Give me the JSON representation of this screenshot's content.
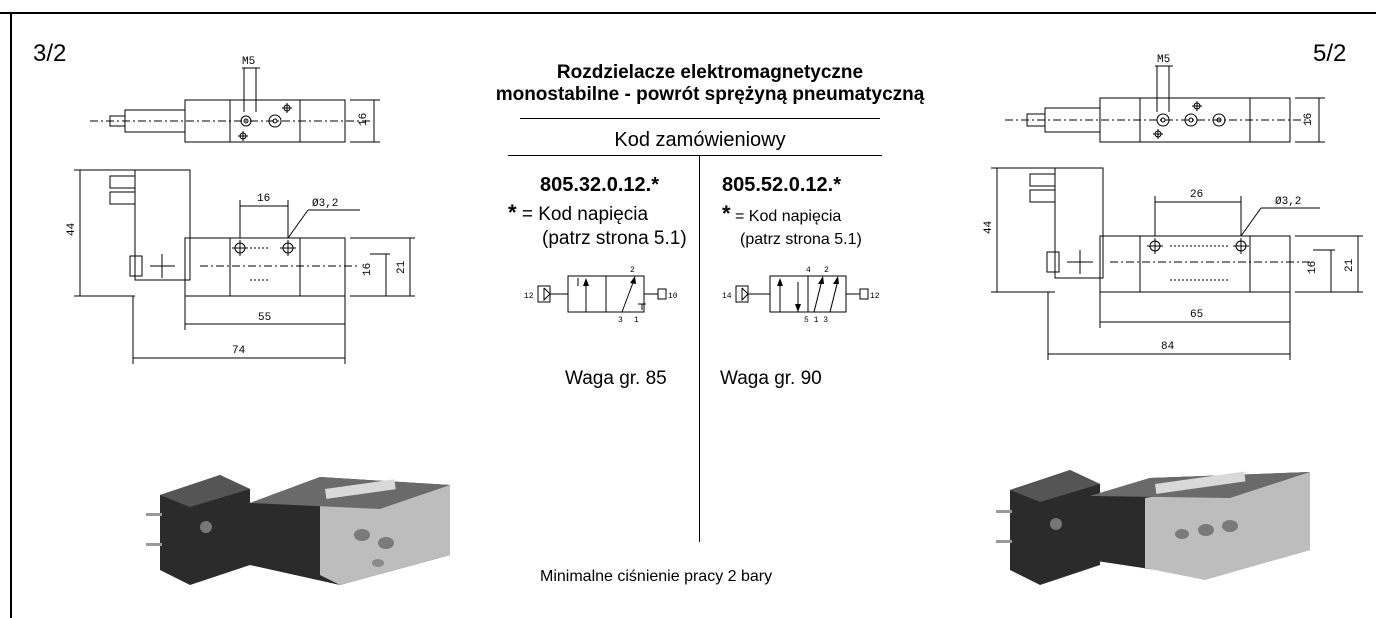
{
  "left_tag": "3/2",
  "right_tag": "5/2",
  "title_line1": "Rozdzielacze elektromagnetyczne",
  "title_line2": "monostabilne - powrót sprężyną pneumatyczną",
  "order_code_header": "Kod zamówieniowy",
  "left_col": {
    "code": "805.32.0.12.*",
    "asterisk": "*",
    "voltage_note": "= Kod napięcia",
    "page_ref": "(patrz strona 5.1)",
    "weight": "Waga gr. 85",
    "symbol_ports": {
      "p12": "12",
      "p2": "2",
      "p3": "3",
      "p1": "1",
      "p10": "10"
    }
  },
  "right_col": {
    "code": "805.52.0.12.*",
    "asterisk": "*",
    "voltage_note": "= Kod napięcia",
    "page_ref": "(patrz strona 5.1)",
    "weight": "Waga gr. 90",
    "symbol_ports": {
      "p14": "14",
      "p4": "4",
      "p2": "2",
      "p513": "5 1 3",
      "p12": "12"
    }
  },
  "footer": "Minimalne ciśnienie pracy 2 bary",
  "left_dims": {
    "m5": "M5",
    "d16_top": "16",
    "d44": "44",
    "d16_hole": "16",
    "hole": "Ø3,2",
    "d16_side": "16",
    "d21": "21",
    "d55": "55",
    "d74": "74"
  },
  "right_dims": {
    "m5": "M5",
    "d16_top": "16",
    "d44": "44",
    "d26": "26",
    "hole": "Ø3,2",
    "d16_side": "16",
    "d21": "21",
    "d65": "65",
    "d84": "84"
  }
}
